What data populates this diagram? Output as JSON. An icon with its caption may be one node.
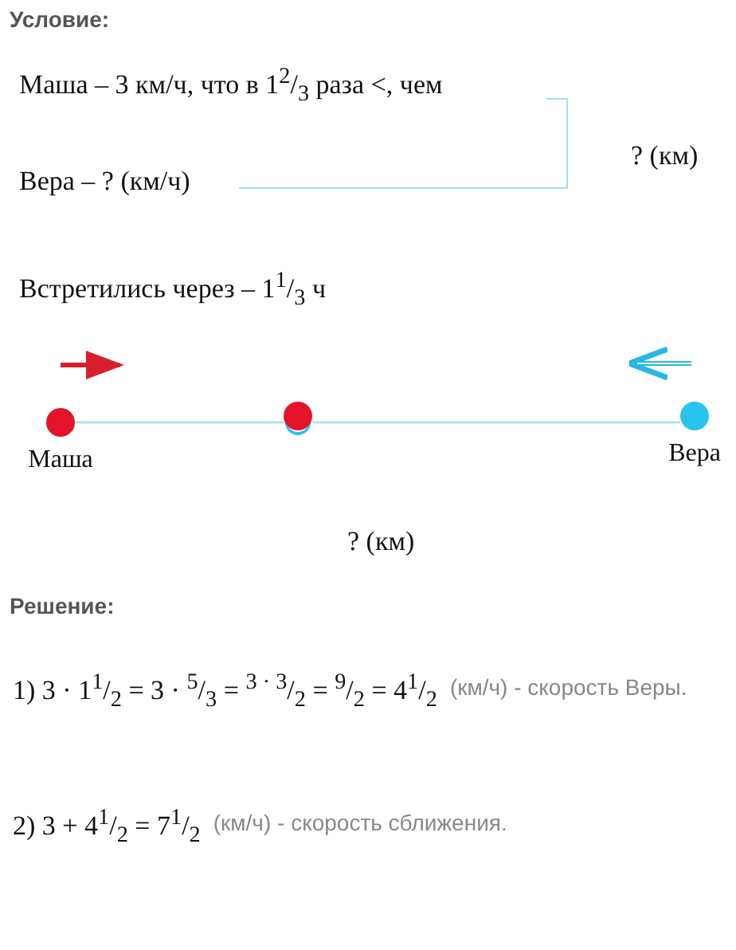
{
  "diagram": {
    "nodes": [
      {
        "text": [
          "Маша"
        ]
      },
      {
        "text": [],
        "shape": "circle"
      },
      {
        "text": [
          "Вера"
        ]
      }
    ],
    "edges": [
      {
        "from": 0,
        "to": 1,
        "arrow": "none"
      },
      {
        "from": 1,
        "to": 2,
        "arrow": "none"
      }
    ],
    "labels": [
      "Условие:",
      "Маша – 3 км/ч, что в 1$^{2}$/$_{3}$ раза <, чем",
      "Вера – ? (км/ч)",
      "? (км)",
      "Встретились через – 1$^{1}$/$_{3}$ ч",
      "? (км)",
      "Решение:",
      "1) 3 · 1$^{1}$/$_{2}$ = 3 · $^{5}$/$_{3}$ = $^{3 · 3}$/$_{2}$ = $^{9}$/$_{2}$ = 4$^{1}$/$_{2}$",
      "(км/ч) - скорость Веры.",
      "2) 3 + 4$^{1}$/$_{2}$ = 7$^{1}$/$_{2}$",
      "(км/ч) - скорость сближения."
    ]
  }
}
